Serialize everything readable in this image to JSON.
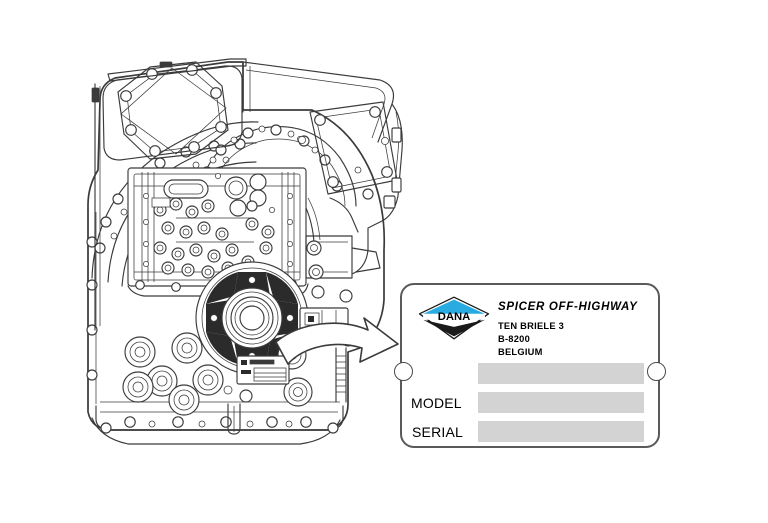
{
  "document": {
    "type": "technical-illustration",
    "subject": "Transmission identification nameplate location"
  },
  "nameplate": {
    "brand_logo_text": "DANA",
    "brand_line": "SPICER OFF-HIGHWAY",
    "address": {
      "line1": "TEN BRIELE 3",
      "line2": "B-8200",
      "line3": "BELGIUM"
    },
    "fields": [
      {
        "label": "",
        "value": ""
      },
      {
        "label": "MODEL",
        "value": ""
      },
      {
        "label": "SERIAL",
        "value": ""
      }
    ],
    "colors": {
      "logo_top": "#29ABE2",
      "logo_bottom": "#1a1a1a",
      "field_fill": "#d3d3d3",
      "border": "#5a5a5a"
    }
  },
  "illustration": {
    "label": "transmission-assembly-drawing",
    "callout": "arrow-to-nameplate",
    "line_color": "#3b3b3b"
  }
}
